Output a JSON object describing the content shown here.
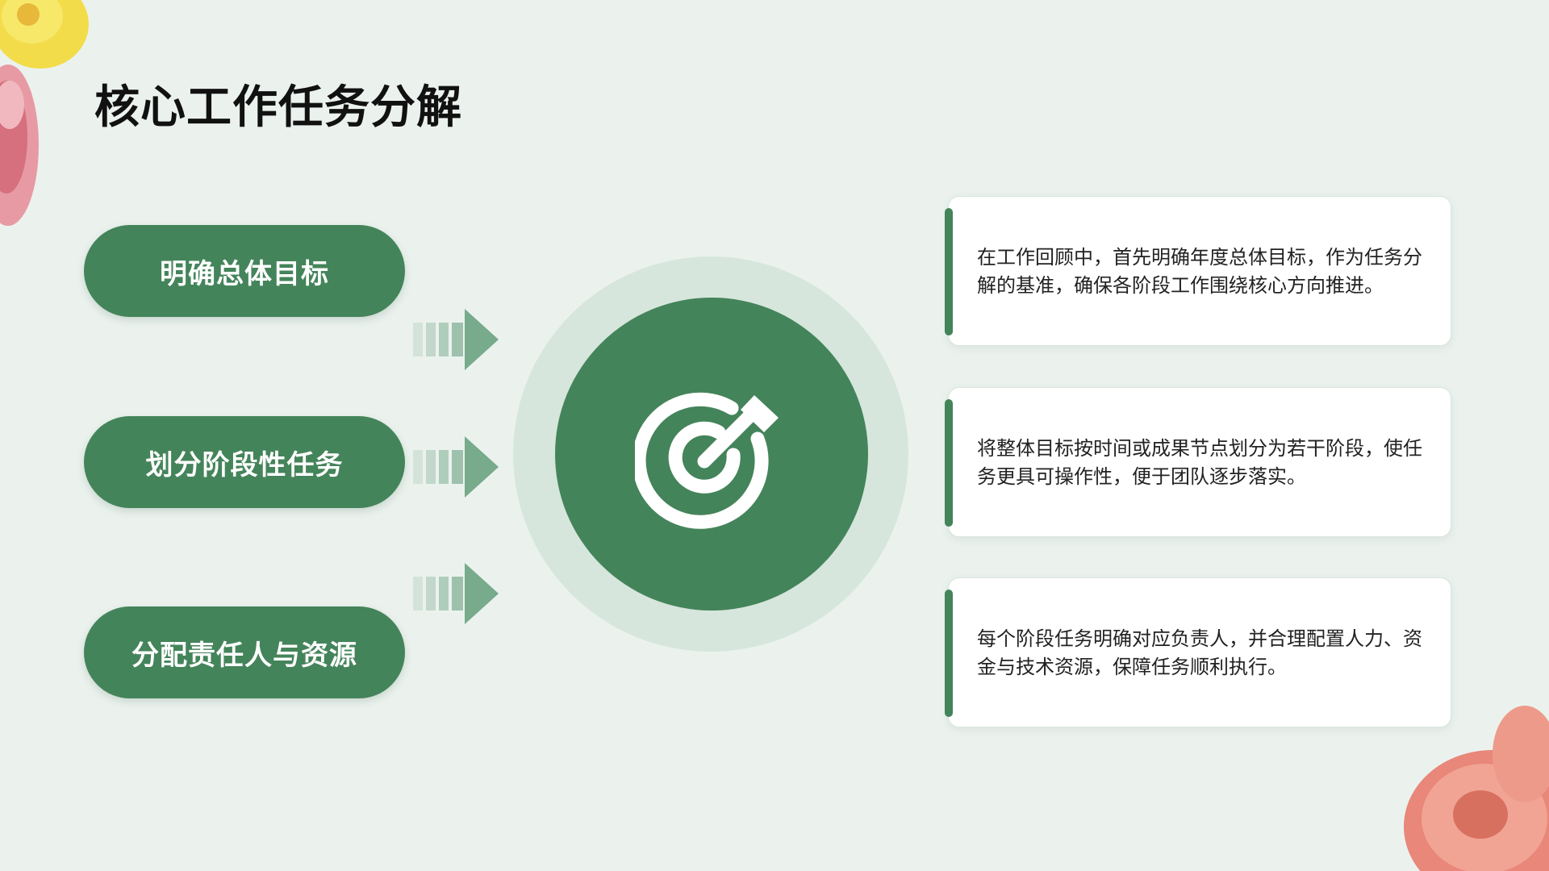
{
  "title": "核心工作任务分解",
  "items": [
    {
      "label": "明确总体目标",
      "description": "在工作回顾中，首先明确年度总体目标，作为任务分解的基准，确保各阶段工作围绕核心方向推进。"
    },
    {
      "label": "划分阶段性任务",
      "description": "将整体目标按时间或成果节点划分为若干阶段，使任务更具可操作性，便于团队逐步落实。"
    },
    {
      "label": "分配责任人与资源",
      "description": "每个阶段任务明确对应负责人，并合理配置人力、资金与技术资源，保障任务顺利执行。"
    }
  ],
  "center_icon": "target-arrow-icon",
  "colors": {
    "background": "#ebf2ee",
    "primary_green": "#44845a",
    "ring": "#d6e6dc",
    "card": "#ffffff"
  }
}
